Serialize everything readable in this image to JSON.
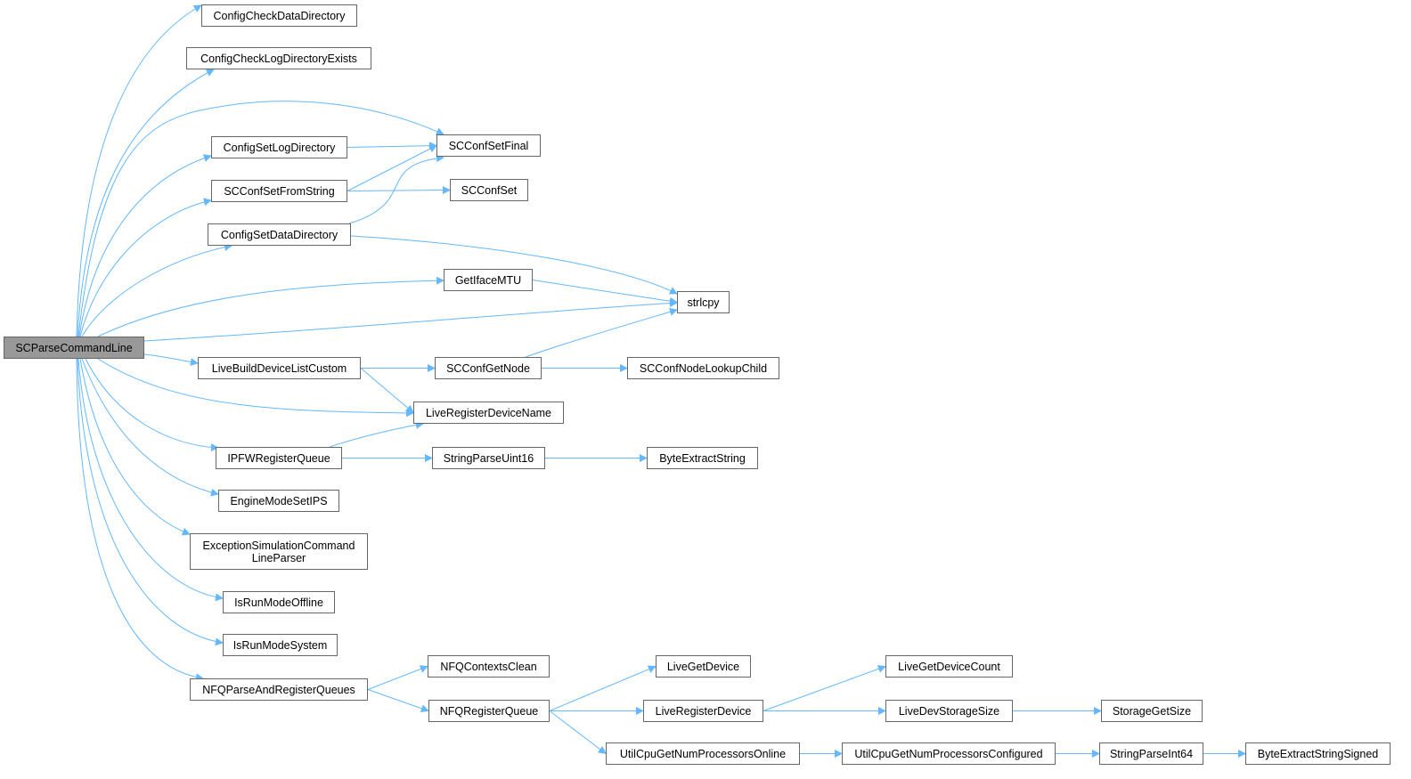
{
  "diagram": {
    "type": "call-graph",
    "edge_color": "#63b8ff",
    "root_fill": "#999999",
    "node_border": "#666666",
    "nodes": [
      {
        "id": "SCParseCommandLine",
        "label": "SCParseCommandLine",
        "root": true
      },
      {
        "id": "ConfigCheckDataDirectory",
        "label": "ConfigCheckDataDirectory"
      },
      {
        "id": "ConfigCheckLogDirectoryExists",
        "label": "ConfigCheckLogDirectoryExists"
      },
      {
        "id": "ConfigSetLogDirectory",
        "label": "ConfigSetLogDirectory"
      },
      {
        "id": "SCConfSetFromString",
        "label": "SCConfSetFromString"
      },
      {
        "id": "ConfigSetDataDirectory",
        "label": "ConfigSetDataDirectory"
      },
      {
        "id": "SCConfSetFinal",
        "label": "SCConfSetFinal"
      },
      {
        "id": "SCConfSet",
        "label": "SCConfSet"
      },
      {
        "id": "GetIfaceMTU",
        "label": "GetIfaceMTU"
      },
      {
        "id": "strlcpy",
        "label": "strlcpy"
      },
      {
        "id": "LiveBuildDeviceListCustom",
        "label": "LiveBuildDeviceListCustom"
      },
      {
        "id": "SCConfGetNode",
        "label": "SCConfGetNode"
      },
      {
        "id": "SCConfNodeLookupChild",
        "label": "SCConfNodeLookupChild"
      },
      {
        "id": "LiveRegisterDeviceName",
        "label": "LiveRegisterDeviceName"
      },
      {
        "id": "IPFWRegisterQueue",
        "label": "IPFWRegisterQueue"
      },
      {
        "id": "StringParseUint16",
        "label": "StringParseUint16"
      },
      {
        "id": "ByteExtractString",
        "label": "ByteExtractString"
      },
      {
        "id": "EngineModeSetIPS",
        "label": "EngineModeSetIPS"
      },
      {
        "id": "ExceptionSimulationCommandLineParser",
        "label": "ExceptionSimulationCommand\nLineParser"
      },
      {
        "id": "IsRunModeOffline",
        "label": "IsRunModeOffline"
      },
      {
        "id": "IsRunModeSystem",
        "label": "IsRunModeSystem"
      },
      {
        "id": "NFQParseAndRegisterQueues",
        "label": "NFQParseAndRegisterQueues"
      },
      {
        "id": "NFQContextsClean",
        "label": "NFQContextsClean"
      },
      {
        "id": "NFQRegisterQueue",
        "label": "NFQRegisterQueue"
      },
      {
        "id": "LiveGetDevice",
        "label": "LiveGetDevice"
      },
      {
        "id": "LiveRegisterDevice",
        "label": "LiveRegisterDevice"
      },
      {
        "id": "UtilCpuGetNumProcessorsOnline",
        "label": "UtilCpuGetNumProcessorsOnline"
      },
      {
        "id": "LiveGetDeviceCount",
        "label": "LiveGetDeviceCount"
      },
      {
        "id": "LiveDevStorageSize",
        "label": "LiveDevStorageSize"
      },
      {
        "id": "UtilCpuGetNumProcessorsConfigured",
        "label": "UtilCpuGetNumProcessorsConfigured"
      },
      {
        "id": "StorageGetSize",
        "label": "StorageGetSize"
      },
      {
        "id": "StringParseInt64",
        "label": "StringParseInt64"
      },
      {
        "id": "ByteExtractStringSigned",
        "label": "ByteExtractStringSigned"
      }
    ],
    "edges": [
      [
        "SCParseCommandLine",
        "ConfigCheckDataDirectory"
      ],
      [
        "SCParseCommandLine",
        "ConfigCheckLogDirectoryExists"
      ],
      [
        "SCParseCommandLine",
        "SCConfSetFinal"
      ],
      [
        "SCParseCommandLine",
        "ConfigSetLogDirectory"
      ],
      [
        "SCParseCommandLine",
        "SCConfSetFromString"
      ],
      [
        "SCParseCommandLine",
        "ConfigSetDataDirectory"
      ],
      [
        "SCParseCommandLine",
        "GetIfaceMTU"
      ],
      [
        "SCParseCommandLine",
        "strlcpy"
      ],
      [
        "SCParseCommandLine",
        "LiveBuildDeviceListCustom"
      ],
      [
        "SCParseCommandLine",
        "LiveRegisterDeviceName"
      ],
      [
        "SCParseCommandLine",
        "IPFWRegisterQueue"
      ],
      [
        "SCParseCommandLine",
        "EngineModeSetIPS"
      ],
      [
        "SCParseCommandLine",
        "ExceptionSimulationCommandLineParser"
      ],
      [
        "SCParseCommandLine",
        "IsRunModeOffline"
      ],
      [
        "SCParseCommandLine",
        "IsRunModeSystem"
      ],
      [
        "SCParseCommandLine",
        "NFQParseAndRegisterQueues"
      ],
      [
        "ConfigSetLogDirectory",
        "SCConfSetFinal"
      ],
      [
        "SCConfSetFromString",
        "SCConfSetFinal"
      ],
      [
        "SCConfSetFromString",
        "SCConfSet"
      ],
      [
        "ConfigSetDataDirectory",
        "SCConfSetFinal"
      ],
      [
        "ConfigSetDataDirectory",
        "strlcpy"
      ],
      [
        "GetIfaceMTU",
        "strlcpy"
      ],
      [
        "SCConfGetNode",
        "strlcpy"
      ],
      [
        "LiveBuildDeviceListCustom",
        "SCConfGetNode"
      ],
      [
        "LiveBuildDeviceListCustom",
        "LiveRegisterDeviceName"
      ],
      [
        "SCConfGetNode",
        "SCConfNodeLookupChild"
      ],
      [
        "IPFWRegisterQueue",
        "LiveRegisterDeviceName"
      ],
      [
        "IPFWRegisterQueue",
        "StringParseUint16"
      ],
      [
        "StringParseUint16",
        "ByteExtractString"
      ],
      [
        "NFQParseAndRegisterQueues",
        "NFQContextsClean"
      ],
      [
        "NFQParseAndRegisterQueues",
        "NFQRegisterQueue"
      ],
      [
        "NFQRegisterQueue",
        "LiveGetDevice"
      ],
      [
        "NFQRegisterQueue",
        "LiveRegisterDevice"
      ],
      [
        "NFQRegisterQueue",
        "UtilCpuGetNumProcessorsOnline"
      ],
      [
        "LiveRegisterDevice",
        "LiveGetDeviceCount"
      ],
      [
        "LiveRegisterDevice",
        "LiveDevStorageSize"
      ],
      [
        "LiveDevStorageSize",
        "StorageGetSize"
      ],
      [
        "UtilCpuGetNumProcessorsOnline",
        "UtilCpuGetNumProcessorsConfigured"
      ],
      [
        "UtilCpuGetNumProcessorsConfigured",
        "StringParseInt64"
      ],
      [
        "StringParseInt64",
        "ByteExtractStringSigned"
      ]
    ]
  }
}
